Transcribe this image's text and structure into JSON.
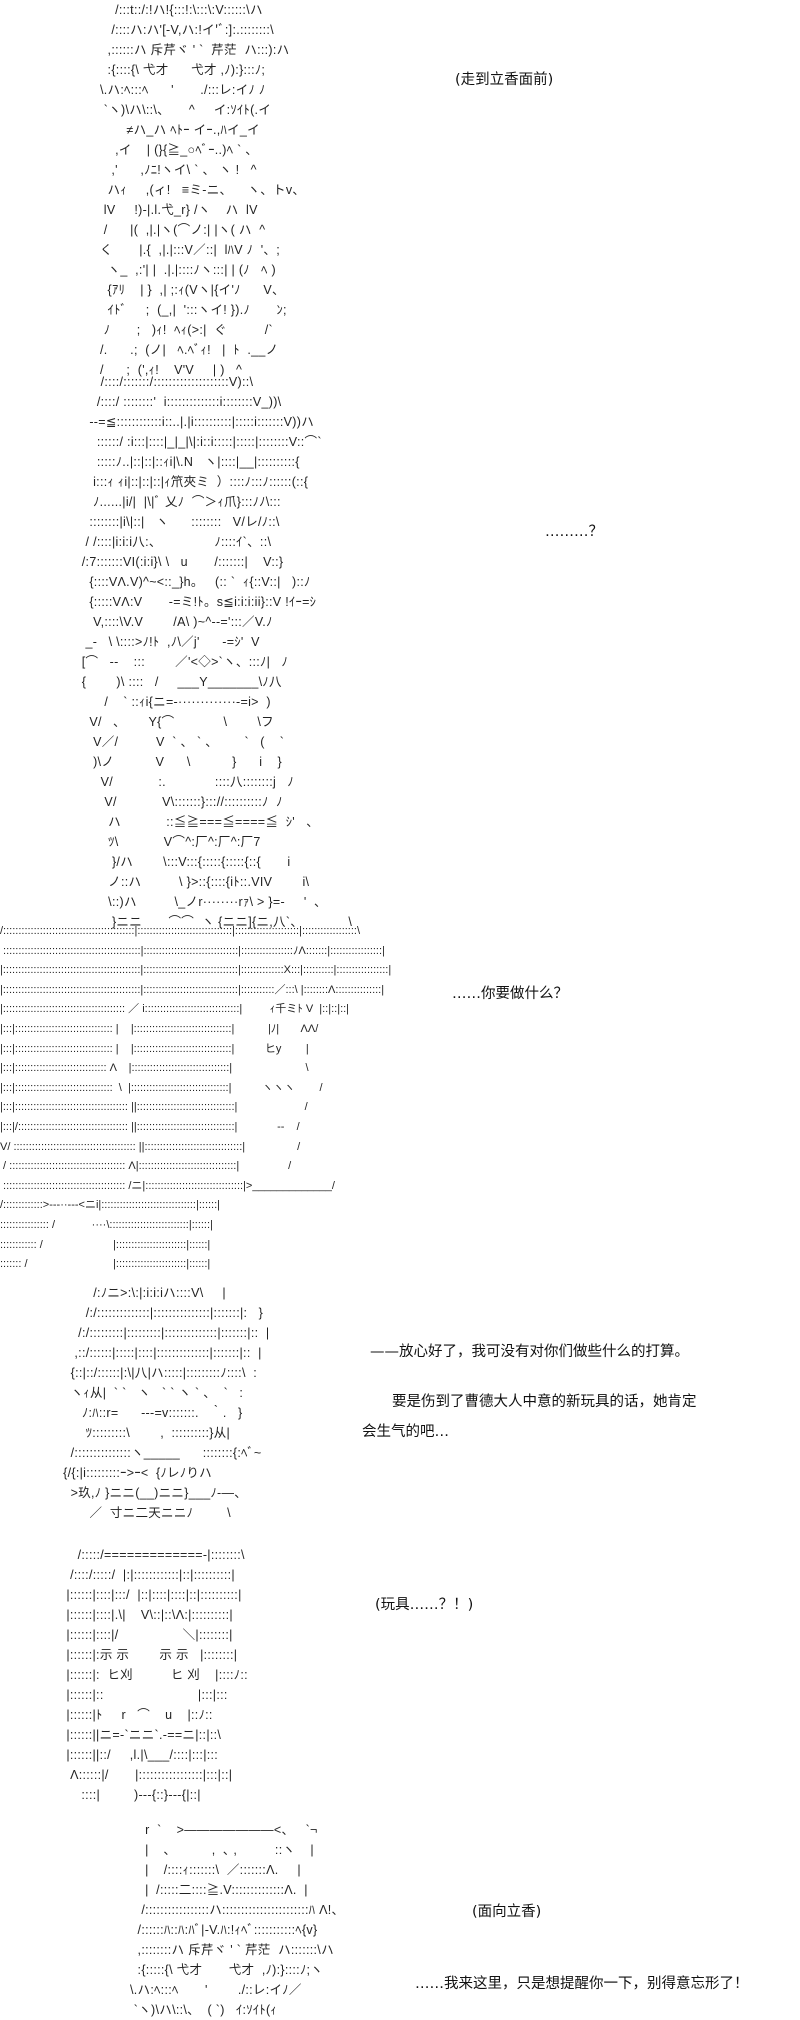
{
  "panels": [
    {
      "art": [
        "    /:::t::/:!ハ!{:::!:\\:::\\:V::::::\\ハ",
        "   /::::ハ:ハ'[-V,ハ:!イ'ﾞ:]:.::::::::\\",
        "  ,::::::ハ 斥芹ヾ ' `  芹茫  ハ:::):ハ",
        "  :{::::{\\ 弋才      弋才 ,ﾉ):}:::ﾉ;",
        "\\.ハ:ﾍ:::ﾍ      '       ./:::レ:イﾉ ﾉ",
        " `ヽ)\\ハ\\::\\、     ^     イ:ｿｲﾄ(.イ",
        "       ≠ハ_ハ ﾍﾄｰ イｰ.,ﾊイ_イ",
        "    ,イ    | (}{≧_○ﾍﾞｰ..)ﾍ ` 、",
        "   ,'      ,ﾉﾆ!ヽイ\\ ` 、 ヽ !   ^",
        "  ハｨ     ,(ィ!   ≡ミ-ニ、    ヽ、トv、",
        " lV     !)-|.l.弋_r} /ヽ    ハ  lV",
        " /      |(  ,|.|ヽ(⌒ノ:| |ヽ( ハ  ^",
        "く       |.{  ,|.|:::V／::|  lﾊV ﾉ  '、;",
        "  ヽ_  ,:'| |  .|.|::::ﾉヽ:::| | (ﾉ   ﾍ )",
        "  {ｱﾘ    | }  ,| ;:ｨ(Vヽ|{イ'ﾉ      V、",
        "  ｲﾄﾞ     ;  (_,|  ':::ヽイ! }).ﾉ       ﾝ;",
        " ﾉ       ;   )ｨ!  ﾍｨ(>:|  ぐ          /`",
        "/.      .;  (ノ|   ﾍ.ﾍﾞｨ!   |  ﾄ  .__ノ",
        "/      ;  (',ｨ!    V'V     | )   ^"
      ],
      "dialogue": [
        "(走到立香面前)"
      ]
    },
    {
      "art": [
        "      /::::/:::::::/::::::::::::::::::::V)::\\",
        "     /::::/ ::::::::'  i::::::::::::::i::::::::V_))\\",
        "   --=≦::::::::::::i::..|.|i::::::::::|:::::i:::::::V))ハ",
        "     ::::::/ :i:::|::::|_|_|\\|:i::i:::::|:::::|::::::::V::⌒`",
        "     :::::ﾉ..|::|::|::ｨi|\\.N   ヽ|::::|__|::::::::::{",
        "    i:::ｨ ｨi|::|::|::|ｨ笊夾ミ  ）::::ﾉ:::ﾉ::::::(::{",
        "    ﾉ......|i/|  |\\|ﾞ 乂ﾉ  ⌒＞ｨ爪}:::ﾉﾉ\\:::",
        "   ::::::::|i\\|::|   ヽ      ::::::::   V/レ/ﾉ::\\",
        "  / /::::|i:i:i八:、              ﾉ::::ｲ`、::\\",
        " /:7:::::::VI(:i:i}\\ \\   u       /:::::::|    V::}",
        "   {::::VΛ.V)^~<::_}h。   (:: `  ｨ{::V::|   )::ﾉ",
        "   {:::::VΛ:V       -=ミ!ﾄ。s≦i:i:i:ii}::V !ｲｰ=ｼ",
        "    V,::::\\V.V        /A\\ )~^--=':::／V.ﾉ",
        "  _-   \\ \\::::>ﾉ!ﾄ  ,ﾉ\\／j'      -=ｼ'  V",
        " [⌒   --    :::        ／'<◇>`ヽ、:::ﾉ|   ﾉ",
        " {        )\\ ::::   /     ___Y_______\\ﾉ八",
        "       /    ` ::ｨi{ニ=-·············-=i>  )",
        "   V/   、      Y{⌒             \\        \\フ",
        "    V／/          V  ` 、 ` 、       `   (    `",
        "    )\\ノ           V      \\           }      i    }",
        "      V/            :.             ::::八::::::::j   ﾉ",
        "       V/            V\\:::::::}::://::::::::::ﾉ  ﾉ",
        "        ハ            ::≦≧===≦====≦  ｼ'   、",
        "        ﾂ\\            V⌒^:厂^:厂^:厂7",
        "         }/ハ        \\:::V:::{:::::{:::::{::{       i",
        "        ノ::ハ          \\ }>::{::::{iﾄ::.VIV        i\\",
        "        \\::)ハ          \\_ノr········rｧ\\ > }=-     '  、",
        "         }ニニ       ⌒⌒  ヽ {ニニ]{ニ,八`、            \\"
      ],
      "dialogue": [
        "………？"
      ]
    },
    {
      "art": [
        "/:::::::::::::::::::::::::::::::::::::::::::|:::::::::::::::::::::::::::::::|:::::::::::::::::::::|::::::::::::::::::\\",
        " :::::::::::::::::::::::::::::::::::::::::::::|:::::::::::::::::::::::::::::::|:::::::::::::::::ﾉΛ:::::::|:::::::::::::::::|",
        "|:::::::::::::::::::::::::::::::::::::::::::::|:::::::::::::::::::::::::::::::|::::::::::::::X:::|::::::::::|:::::::::::::::::|",
        "|:::::::::::::::::::::::::::::::::::::::::::::|:::::::::::::::::::::::::::::::|:::::::::::／:::\\ |::::::::Λ:::::::::::::::|",
        "|:::::::::::::::::::::::::::::::::::::::: ／ i:::::::::::::::::::::::::::::::|         ｨ千ミﾄ V  |::|::|::|",
        "|:::|:::::::::::::::::::::::::::::::: |    |::::::::::::::::::::::::::::::::|           |ﾉ|       ΛΛ/",
        "|:::|:::::::::::::::::::::::::::::::: |    |::::::::::::::::::::::::::::::::|          ヒy        |",
        "|:::|:::::::::::::::::::::::::::::: Λ    |::::::::::::::::::::::::::::::::|                        \\",
        "|:::|::::::::::::::::::::::::::::::::  \\  |::::::::::::::::::::::::::::::::|          ヽヽヽ        /",
        "|:::|::::::::::::::::::::::::::::::::::::: ||::::::::::::::::::::::::::::::::|                      /",
        "|:::|/:::::::::::::::::::::::::::::::::::: ||::::::::::::::::::::::::::::::::|             --    /",
        "V/ :::::::::::::::::::::::::::::::::::::::: ||::::::::::::::::::::::::::::::::|                 /",
        " / :::::::::::::::::::::::::::::::::::::: Λ|::::::::::::::::::::::::::::::::|                /",
        " :::::::::::::::::::::::::::::::::::::::: /ニ|::::::::::::::::::::::::::::::::|>_____________/",
        "/:::::::::::::>---··---<ニi|:::::::::::::::::::::::::::::::|::::::|",
        ":::::::::::::::: /            ····\\::::::::::::::::::::::::::|::::::|",
        ":::::::::::: /                       |:::::::::::::::::::::::|::::::|",
        "::::::: /                            |:::::::::::::::::::::::|::::::|"
      ],
      "dialogue": [
        "……你要做什么？"
      ]
    },
    {
      "art": [
        "            /:ﾉニ>:\\:|:i:i:iハ::::V\\     |",
        "          /:/::::::::::::::|:::::::::::::::|:::::::|:   }",
        "        /:/:::::::::|:::::::::|::::::::::::::|:::::::|::  |",
        "       ,::/::::::|:::::|::::|::::::::::::::|:::::::|::  |",
        "      {::|::/::::::|:\\|八|ハ:::::|:::::::::ﾉ::::\\  :",
        "      ヽｨ从|  ` `   ヽ   ` ` ヽ ` 、  `   :",
        "         ﾉ:ﾊ::r=      ---=v:::::::.   ｀.   }",
        "          ﾂ:::::::::\\        ,  ::::::::::}从|",
        "      /:::::::::::::::ヽ_____      ::::::::{:ﾍﾞ~",
        "    {/{:|i:::::::::ｰ>ｰ<  {ﾉレﾉりハ",
        "      >玖,ﾉ }ニニ(__)ニニ}___ﾉ-―、",
        "           ／  寸ニ二天ニニﾉ         \\"
      ],
      "dialogue": [
        "——放心好了，我可没有对你们做些什么的打算。",
        "要是伤到了曹德大人中意的新玩具的话，她肯定",
        "会生气的吧…"
      ]
    },
    {
      "art": [
        "      /:::::/=============-|::::::::\\",
        "    /::::/:::::/  |:|::::::::::::|::|::::::::::|",
        "   |::::::|::::|:::/  |::|::::|::::|::|::::::::::|",
        "   |::::::|::::|.\\|    V\\::|::\\Λ:|::::::::::|",
        "   |::::::|::::|/                 ＼|::::::::|",
        "   |::::::|:示 示        示 示   |::::::::|",
        "   |::::::|:  ヒ刈          ヒ 刈    |::::ﾉ::",
        "   |::::::|::                         |:::|:::",
        "   |::::::|ﾄ     r   ⌒    u    |::ﾉ::",
        "   |::::::||ニ=-`ニニ`.-==ニ|::|::\\",
        "   |::::::||::/     ,l.|\\___/::::|:::|:::",
        "    Λ::::::|/       |:::::::::::::::::|:::|::|",
        "       ::::|         )---{::}---{|::|"
      ],
      "dialogue": [
        "(玩具……？！)"
      ]
    },
    {
      "art": [
        "    r  `    >―――――――<、   `¬",
        "    |    ､           ,  ､ ,          ::ヽ    |",
        "    |    /::::ｨ:::::::\\  ／:::::::Λ.     |",
        "    |  /:::::二::::≧.V::::::::::::::Λ.  |",
        "   /:::::::::::::::::ハ:::::::::::::::::::::::ﾊ Λ!、",
        "  /::::::ﾊ::ﾊ:ﾊﾞ|-V.ﾊ:!ｨﾍﾞ:::::::::::ﾍ{v}",
        "  ,::::::::ハ 斥芹ヾ ' ` 芹茫  ハ:::::::\\ハ",
        "  :{:::::{\\ 弋才       弋才  ,ﾉ):}::::ﾉ;ヽ",
        "\\.ハ:ﾍ:::ﾍ       '        ./::レ:イﾉ／",
        " `ヽ)\\ハ\\::\\、  ( `)   ｲ:ｿｲﾄ(ｨ"
      ],
      "dialogue": [
        "(面向立香)",
        "……我来这里，只是想提醒你一下，别得意忘形了！"
      ]
    }
  ]
}
